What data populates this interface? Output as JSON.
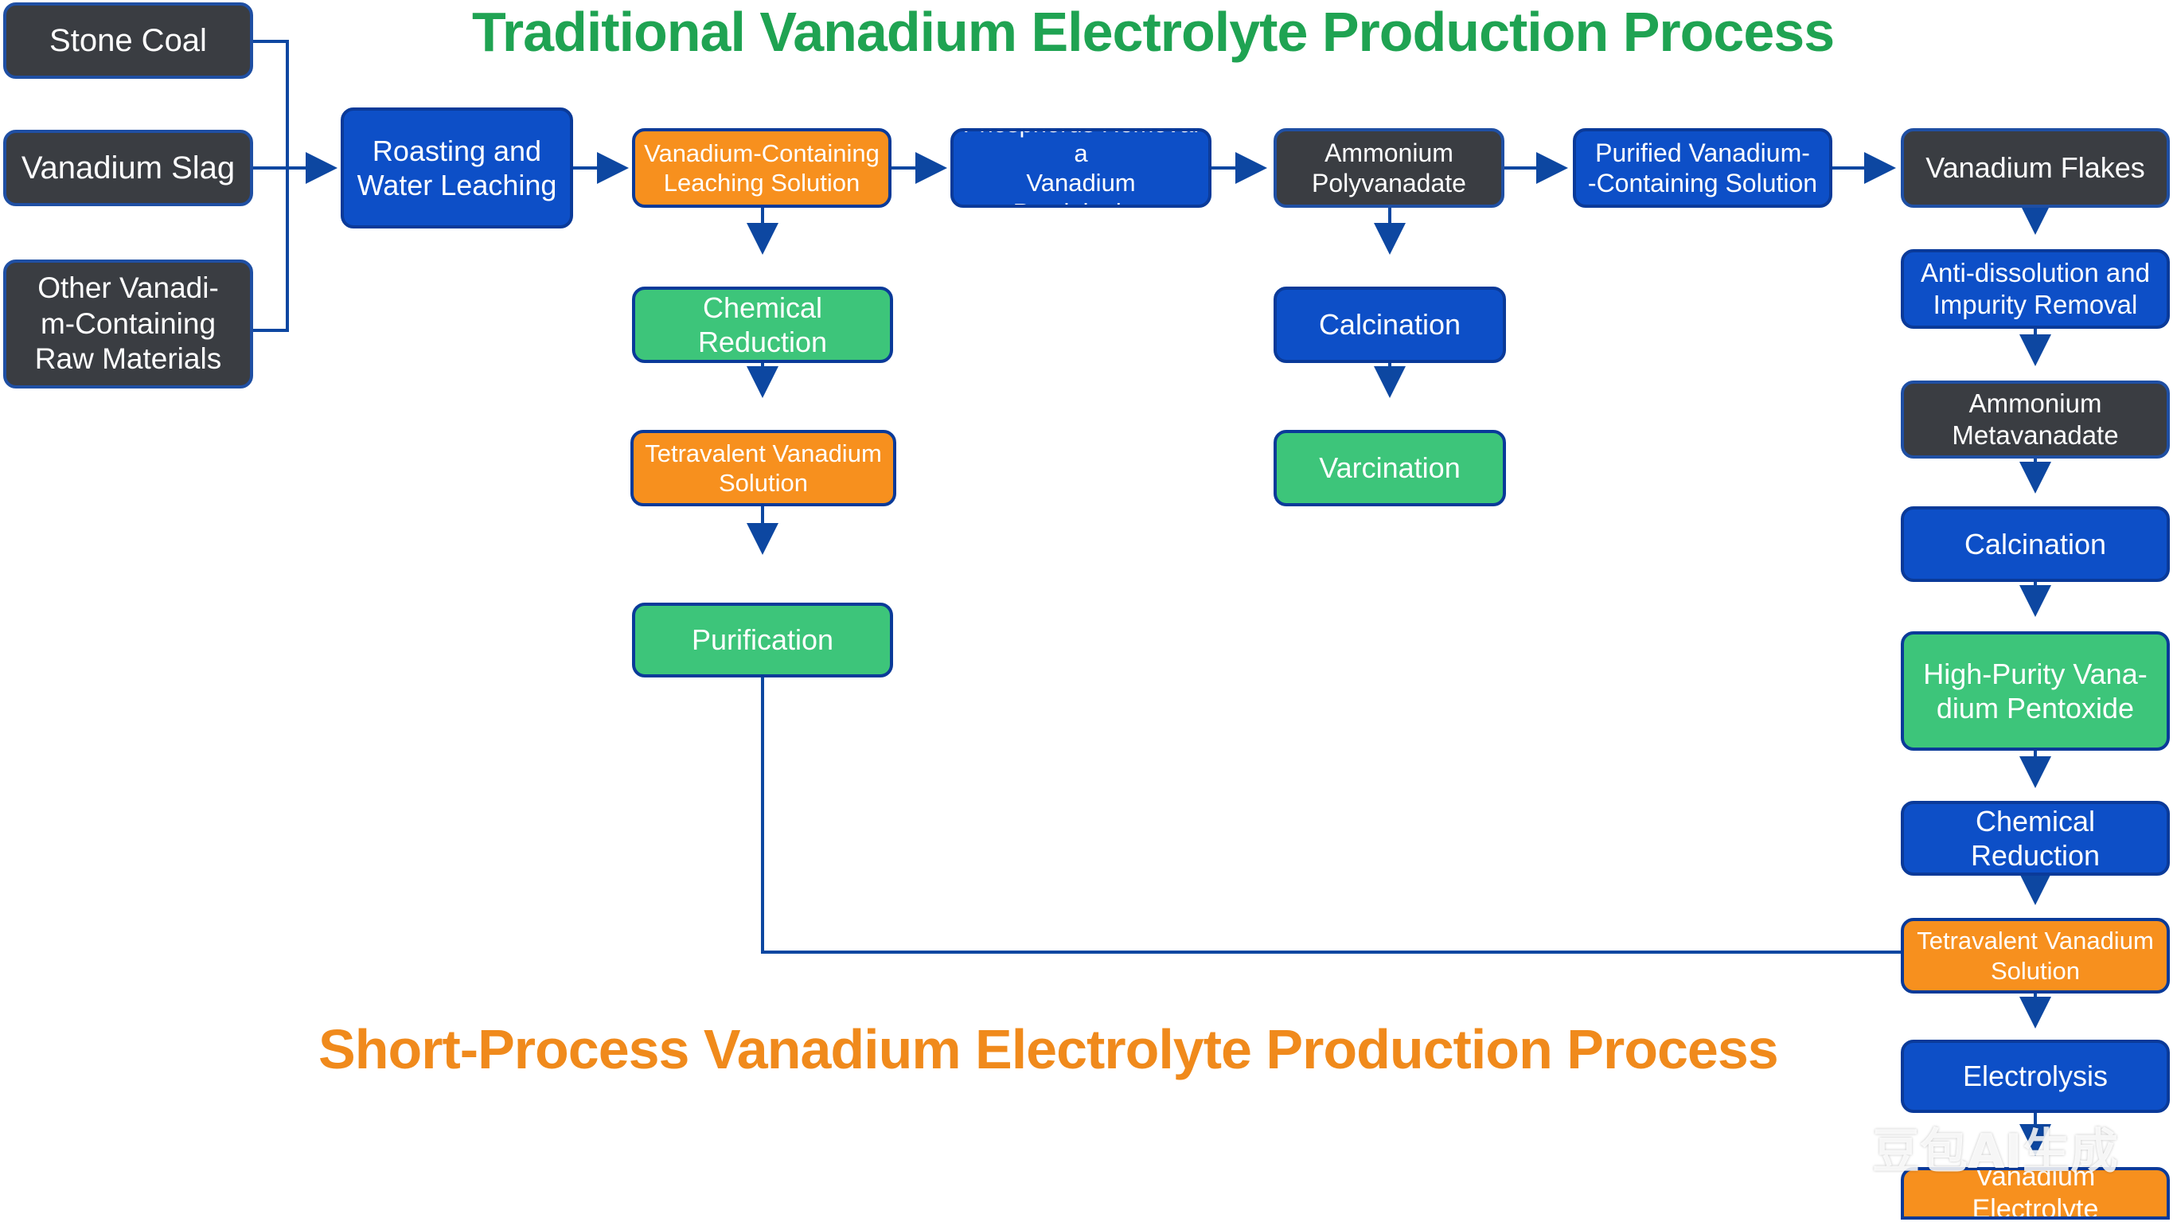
{
  "titles": {
    "traditional": "Traditional Vanadium Electrolyte Production Process",
    "short_process": "Short-Process Vanadium Electrolyte Production Process"
  },
  "nodes": {
    "stone_coal": "Stone Coal",
    "vanadium_slag": "Vanadium Slag",
    "other_raw": "Other Vanadi-\nm-Containing\nRaw Materials",
    "roasting": "Roasting and\nWater Leaching",
    "leaching_solution": "Vanadium-Containing\nLeaching Solution",
    "phosphorus_removal": "Phosphorus Removal a\nVanadium Precipitation",
    "ammonium_polyvanadate": "Ammonium\nPolyvanadate",
    "purified_solution": "Purified Vanadium-\n-Containing Solution",
    "vanadium_flakes": "Vanadium Flakes",
    "chem_reduction_1": "Chemical Reduction",
    "tetravalent_1": "Tetravalent Vanadium\nSolution",
    "purification": "Purification",
    "calcination_1": "Calcination",
    "varcination": "Varcination",
    "anti_dissolution": "Anti-dissolution and\nImpurity Removal",
    "ammonium_metavanadate": "Ammonium\nMetavanadate",
    "calcination_2": "Calcination",
    "high_purity": "High-Purity Vana-\ndium Pentoxide",
    "chem_reduction_2": "Chemical Reduction",
    "tetravalent_2": "Tetravalent Vanadium\nSolution",
    "electrolysis": "Electrolysis",
    "vanadium_electrolyte": "Vanadium Electrolyte"
  },
  "colors": {
    "dark": "#3a3d42",
    "blue": "#0d4fc7",
    "green": "#3dc57a",
    "orange": "#f7901e",
    "connector": "#0d47a1",
    "title_traditional": "#1fa352",
    "title_short": "#f08a1c"
  },
  "watermark": "豆包AI生成"
}
